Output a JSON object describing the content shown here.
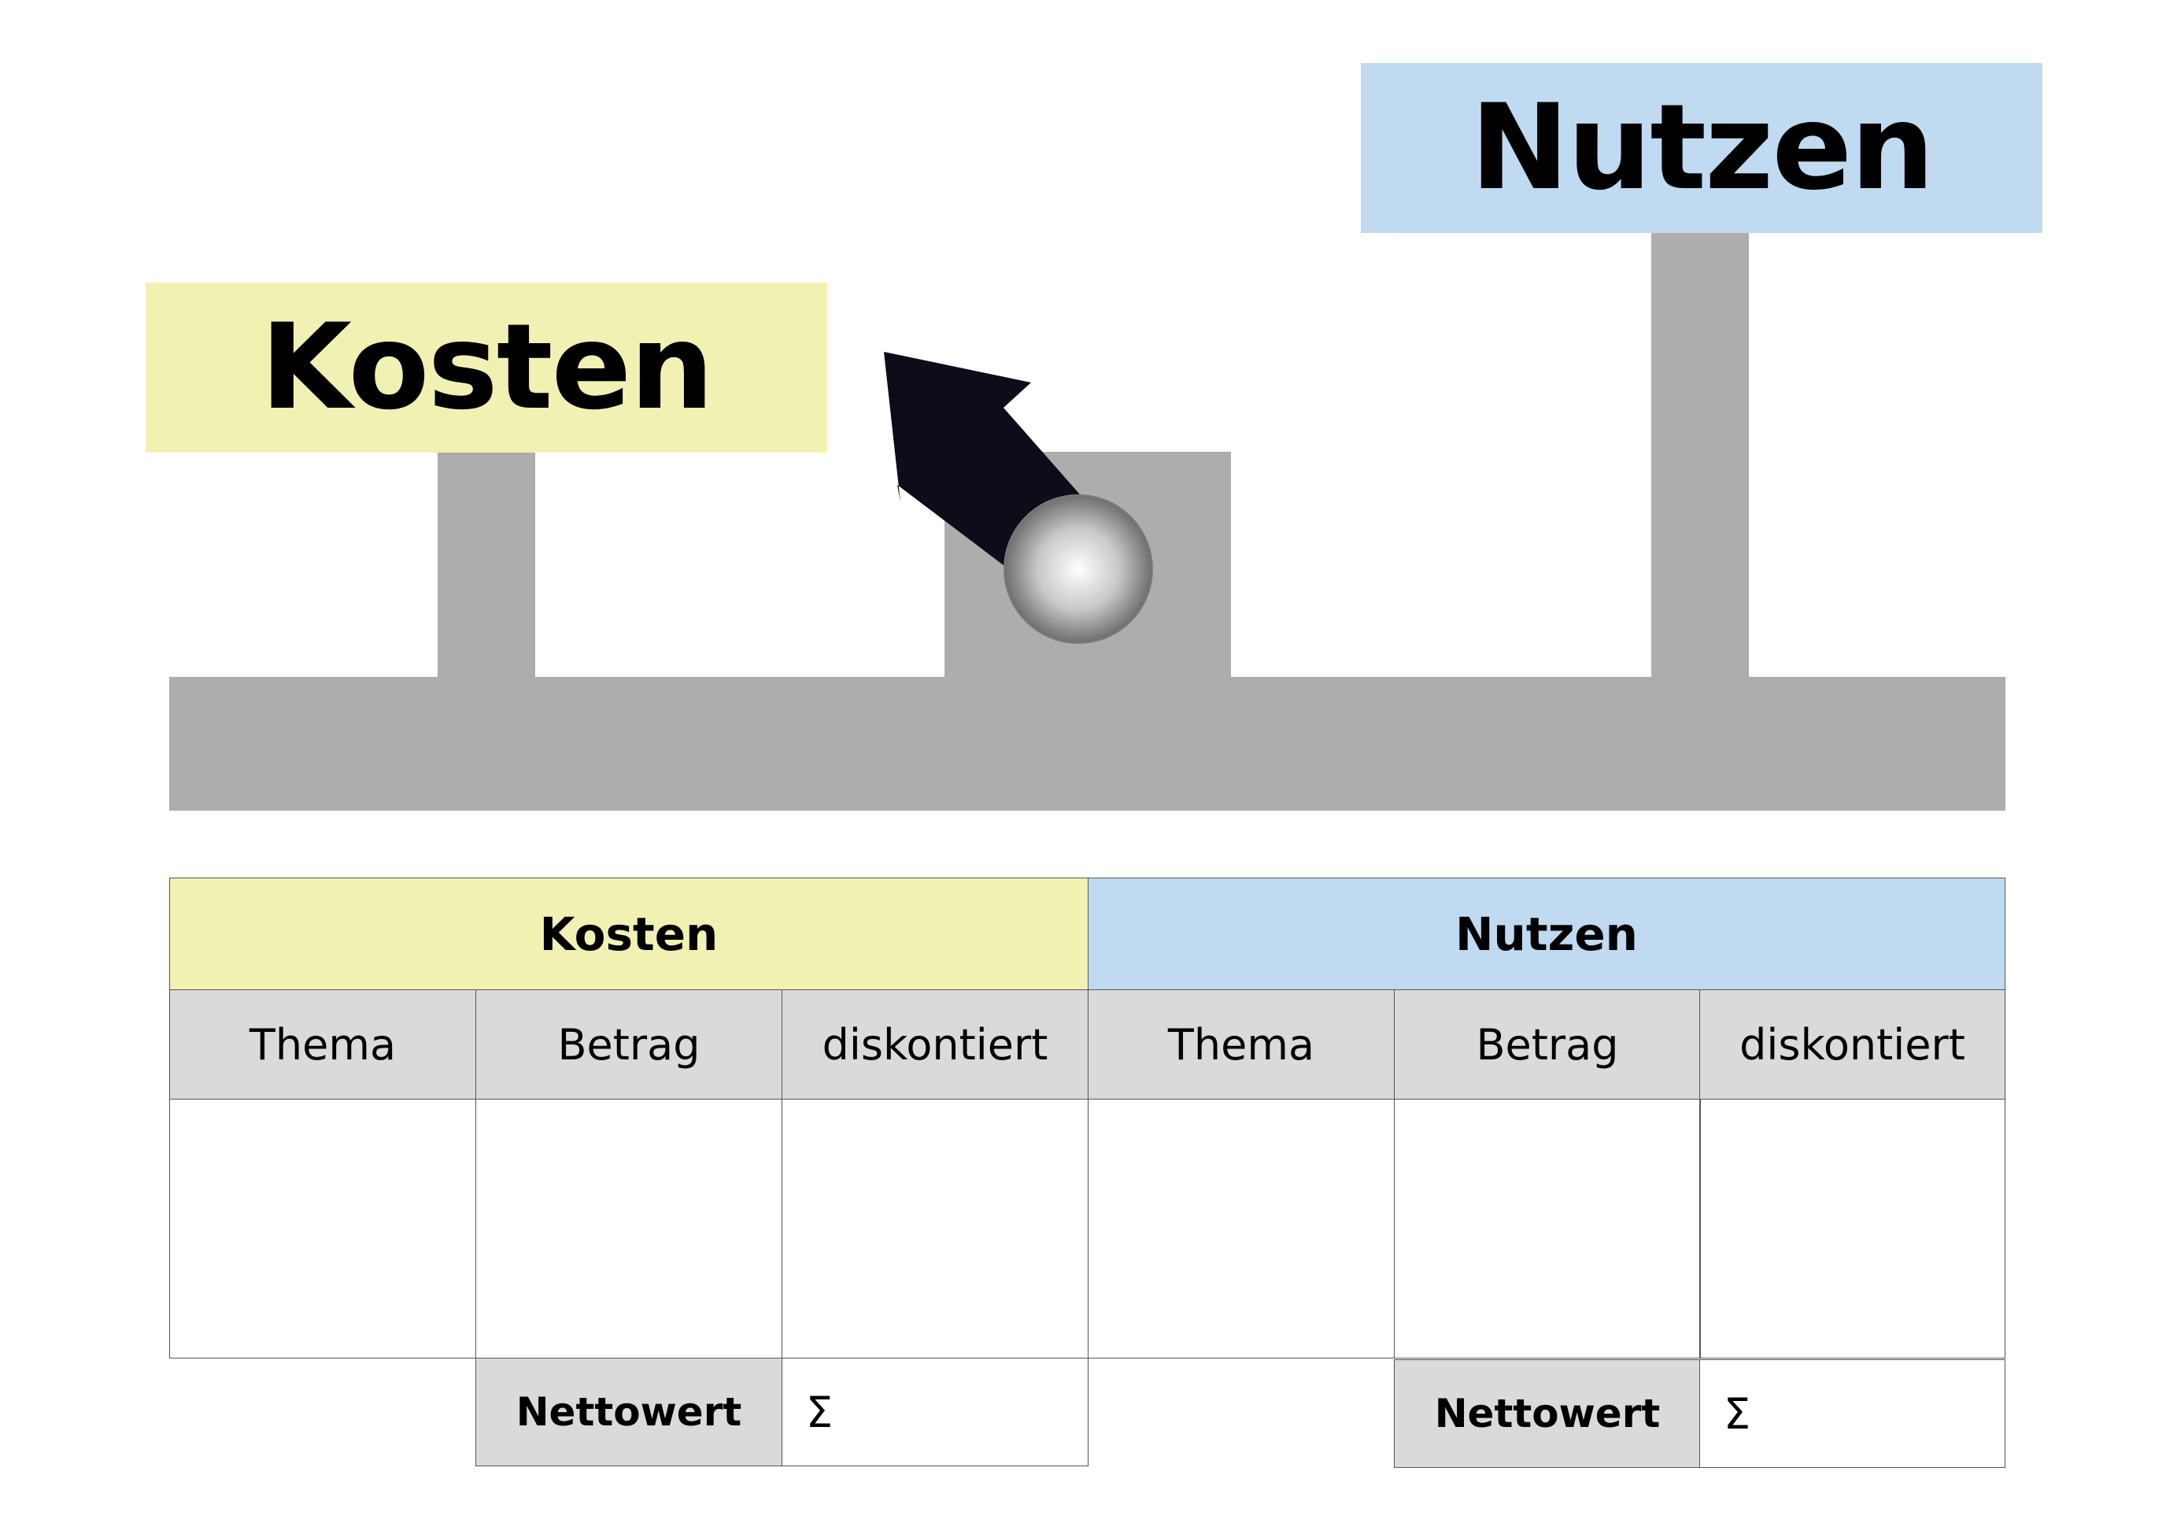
{
  "diagram": {
    "costs_label": "Kosten",
    "benefits_label": "Nutzen",
    "colors": {
      "costs": "#f1f1b3",
      "benefits": "#bfdaf1",
      "beam": "#adadad",
      "arrow": "#0d0d1a"
    }
  },
  "table": {
    "costs": {
      "title": "Kosten",
      "columns": [
        "Thema",
        "Betrag",
        "diskontiert"
      ],
      "summary_label": "Nettowert",
      "summary_symbol": "Σ"
    },
    "benefits": {
      "title": "Nutzen",
      "columns": [
        "Thema",
        "Betrag",
        "diskontiert"
      ],
      "summary_label": "Nettowert",
      "summary_symbol": "Σ"
    }
  }
}
